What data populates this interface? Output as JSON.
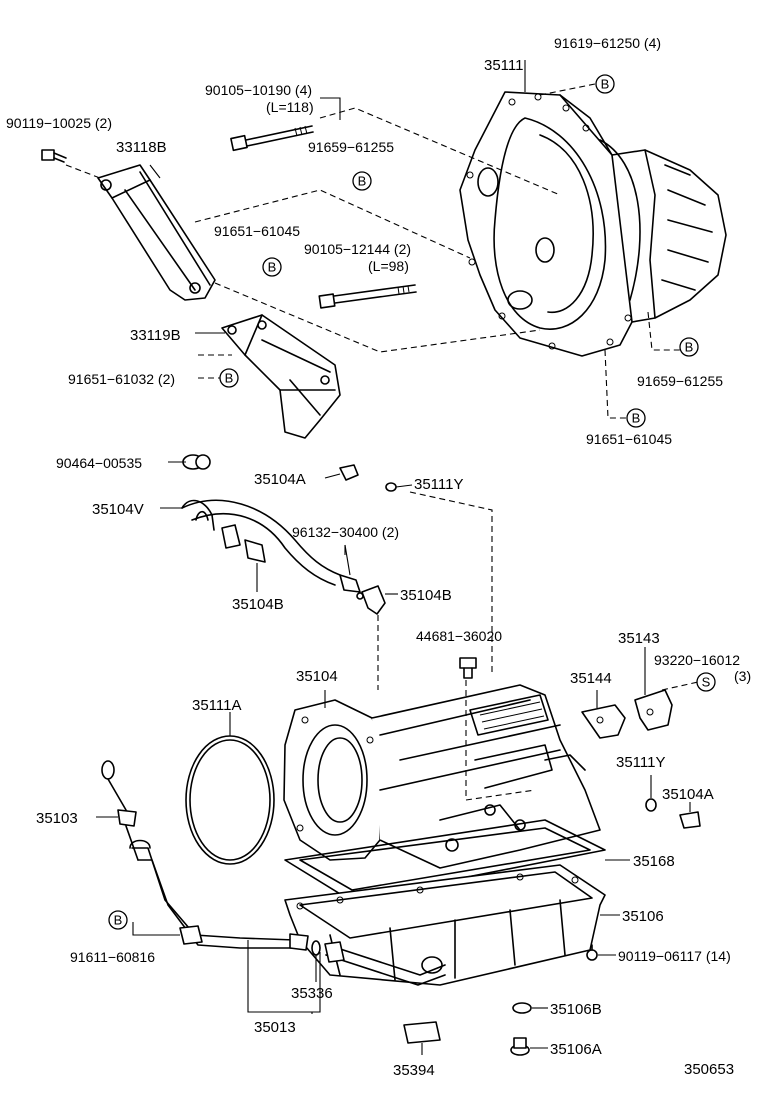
{
  "diagram_id": "350653",
  "labels": {
    "p91619_61250": "91619−61250 (4)",
    "p35111": "35111",
    "p90105_10190": "90105−10190 (4)",
    "p90105_10190_len": "(L=118)",
    "p90119_10025": "90119−10025 (2)",
    "p33118B": "33118B",
    "p91659_61255_top": "91659−61255",
    "p91651_61045_top": "91651−61045",
    "p90105_12144": "90105−12144 (2)",
    "p90105_12144_len": "(L=98)",
    "p33119B": "33119B",
    "p91651_61032": "91651−61032 (2)",
    "p91659_61255_right": "91659−61255",
    "p91651_61045_right": "91651−61045",
    "p90464_00535": "90464−00535",
    "p35104A_top": "35104A",
    "p35111Y_top": "35111Y",
    "p35104V": "35104V",
    "p96132_30400": "96132−30400 (2)",
    "p35104B_right": "35104B",
    "p35104B_left": "35104B",
    "p44681_36020": "44681−36020",
    "p35143": "35143",
    "p93220_16012": "93220−16012",
    "p93220_16012_qty": "(3)",
    "p35144": "35144",
    "p35104": "35104",
    "p35111A": "35111A",
    "p35111Y_mid": "35111Y",
    "p35104A_mid": "35104A",
    "p35103": "35103",
    "p35168": "35168",
    "p35106": "35106",
    "p91611_60816": "91611−60816",
    "p90119_06117": "90119−06117 (14)",
    "p35336": "35336",
    "p35106B": "35106B",
    "p35013": "35013",
    "p35106A": "35106A",
    "p35394": "35394"
  },
  "badges": {
    "b": "B",
    "s": "S"
  }
}
